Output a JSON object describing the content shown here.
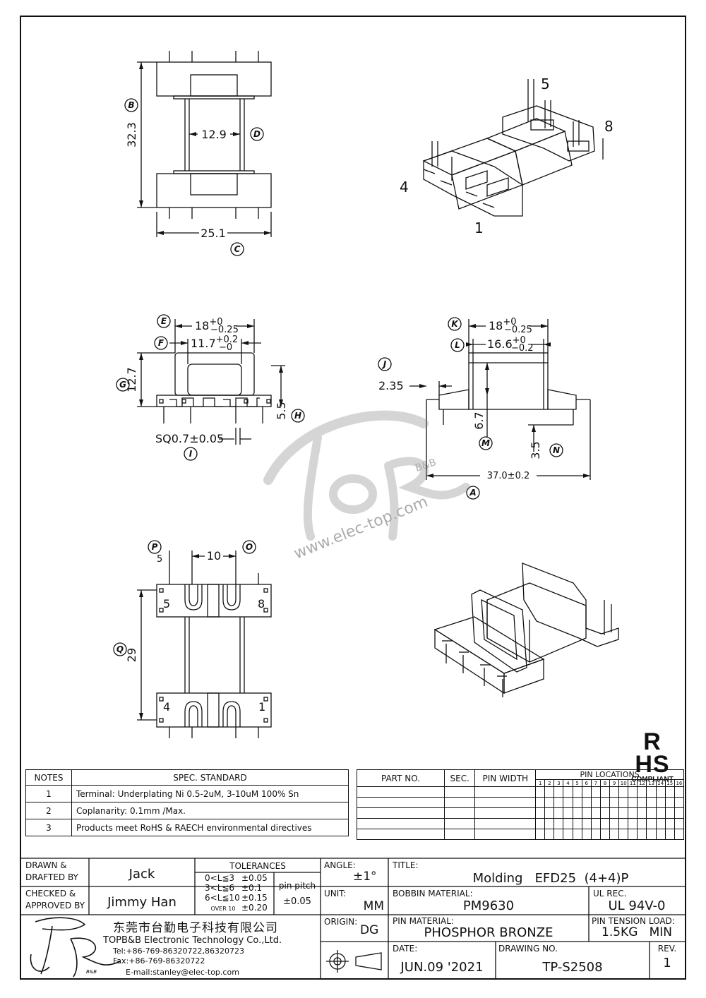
{
  "views": {
    "top": {
      "height": "32.3",
      "window": "12.9",
      "width": "25.1",
      "markers": [
        "B",
        "D",
        "C"
      ]
    },
    "iso_top": {
      "pins": [
        "5",
        "8",
        "4",
        "1"
      ]
    },
    "front": {
      "width": "18",
      "width_tol_upper": "+0",
      "width_tol_lower": "−0.25",
      "inner": "11.7",
      "inner_tol_upper": "+0.2",
      "inner_tol_lower": "−0",
      "height": "12.7",
      "base": "5.5",
      "pin": "SQ0.7±0.05",
      "markers": [
        "E",
        "F",
        "G",
        "H",
        "I"
      ]
    },
    "side": {
      "width": "18",
      "width_tol_upper": "+0",
      "width_tol_lower": "−0.25",
      "inner": "16.6",
      "inner_tol_upper": "+0",
      "inner_tol_lower": "−0.2",
      "offset": "2.35",
      "core": "6.7",
      "pin_len": "3.5",
      "overall": "37.0±0.2",
      "markers": [
        "K",
        "L",
        "J",
        "M",
        "N",
        "A"
      ]
    },
    "bottom": {
      "pitch": "10",
      "edge": "5",
      "span": "29",
      "pins": [
        "5",
        "8",
        "4",
        "1"
      ],
      "markers": [
        "P",
        "O",
        "Q"
      ]
    }
  },
  "watermark": {
    "url": "www.elec-top.com",
    "mark": "B&B"
  },
  "rohs": {
    "big": "R HS",
    "small": "COMPLIANT"
  },
  "notes": {
    "headers": [
      "NOTES",
      "SPEC. STANDARD"
    ],
    "rows": [
      [
        "1",
        "Terminal: Underplating Ni 0.5-2uM, 3-10uM 100% Sn"
      ],
      [
        "2",
        "Coplanarity: 0.1mm /Max."
      ],
      [
        "3",
        "Products meet RoHS & RAECH environmental directives"
      ]
    ]
  },
  "parts": {
    "headers": [
      "PART NO.",
      "SEC.",
      "PIN WIDTH",
      "PIN LOCATIONS"
    ],
    "pin_numbers": [
      "1",
      "2",
      "3",
      "4",
      "5",
      "6",
      "7",
      "8",
      "9",
      "10",
      "11",
      "12",
      "13",
      "14",
      "15",
      "16"
    ]
  },
  "title_block": {
    "drawn_label": "DRAWN & DRAFTED BY",
    "drawn_value": "Jack",
    "checked_label": "CHECKED & APPROVED BY",
    "checked_value": "Jimmy Han",
    "tolerances_label": "TOLERANCES",
    "tol_rows": [
      [
        "0<L≦3",
        "±0.05"
      ],
      [
        "3<L≦6",
        "±0.1"
      ],
      [
        "6<L≦10",
        "±0.15"
      ],
      [
        "OVER 10",
        "±0.20"
      ]
    ],
    "pin_pitch_label": "pin pitch",
    "pin_pitch_value": "±0.05",
    "angle_label": "ANGLE:",
    "angle_value": "±1°",
    "unit_label": "UNIT:",
    "unit_value": "MM",
    "origin_label": "ORIGIN:",
    "origin_value": "DG",
    "title_label": "TITLE:",
    "title_value": "Molding   EFD25  (4+4)P",
    "bobbin_label": "BOBBIN MATERIAL:",
    "bobbin_value": "PM9630",
    "ul_label": "UL REC.",
    "ul_value": "UL 94V-0",
    "pin_mat_label": "PIN MATERIAL:",
    "pin_mat_value": "PHOSPHOR BRONZE",
    "tension_label": "PIN TENSION LOAD:",
    "tension_value": "1.5KG   MIN",
    "date_label": "DATE:",
    "date_value": "JUN.09 '2021",
    "dwg_label": "DRAWING NO.",
    "dwg_value": "TP-S2508",
    "rev_label": "REV.",
    "rev_value": "1",
    "company_cn": "东莞市台勤电子科技有限公司",
    "company_en": "TOPB&B Electronic Technology Co.,Ltd.",
    "tel": "Tel:+86-769-86320722,86320723",
    "fax": "Fax:+86-769-86320722",
    "email": "E-mail:stanley@elec-top.com",
    "logo_small": "B&B"
  }
}
